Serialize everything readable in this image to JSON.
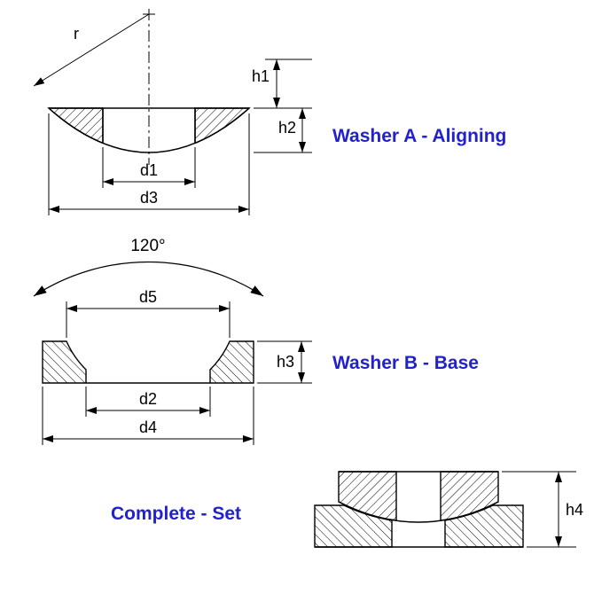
{
  "sections": {
    "washer_a": {
      "label": "Washer A - Aligning"
    },
    "washer_b": {
      "label": "Washer B - Base"
    },
    "set": {
      "label": "Complete - Set"
    }
  },
  "dims": {
    "r": "r",
    "h1": "h1",
    "h2": "h2",
    "d1": "d1",
    "d3": "d3",
    "deg": "120°",
    "d5": "d5",
    "h3": "h3",
    "d2": "d2",
    "d4": "d4",
    "h4": "h4"
  },
  "colors": {
    "label_blue": "#2222cc",
    "line": "#000000"
  }
}
